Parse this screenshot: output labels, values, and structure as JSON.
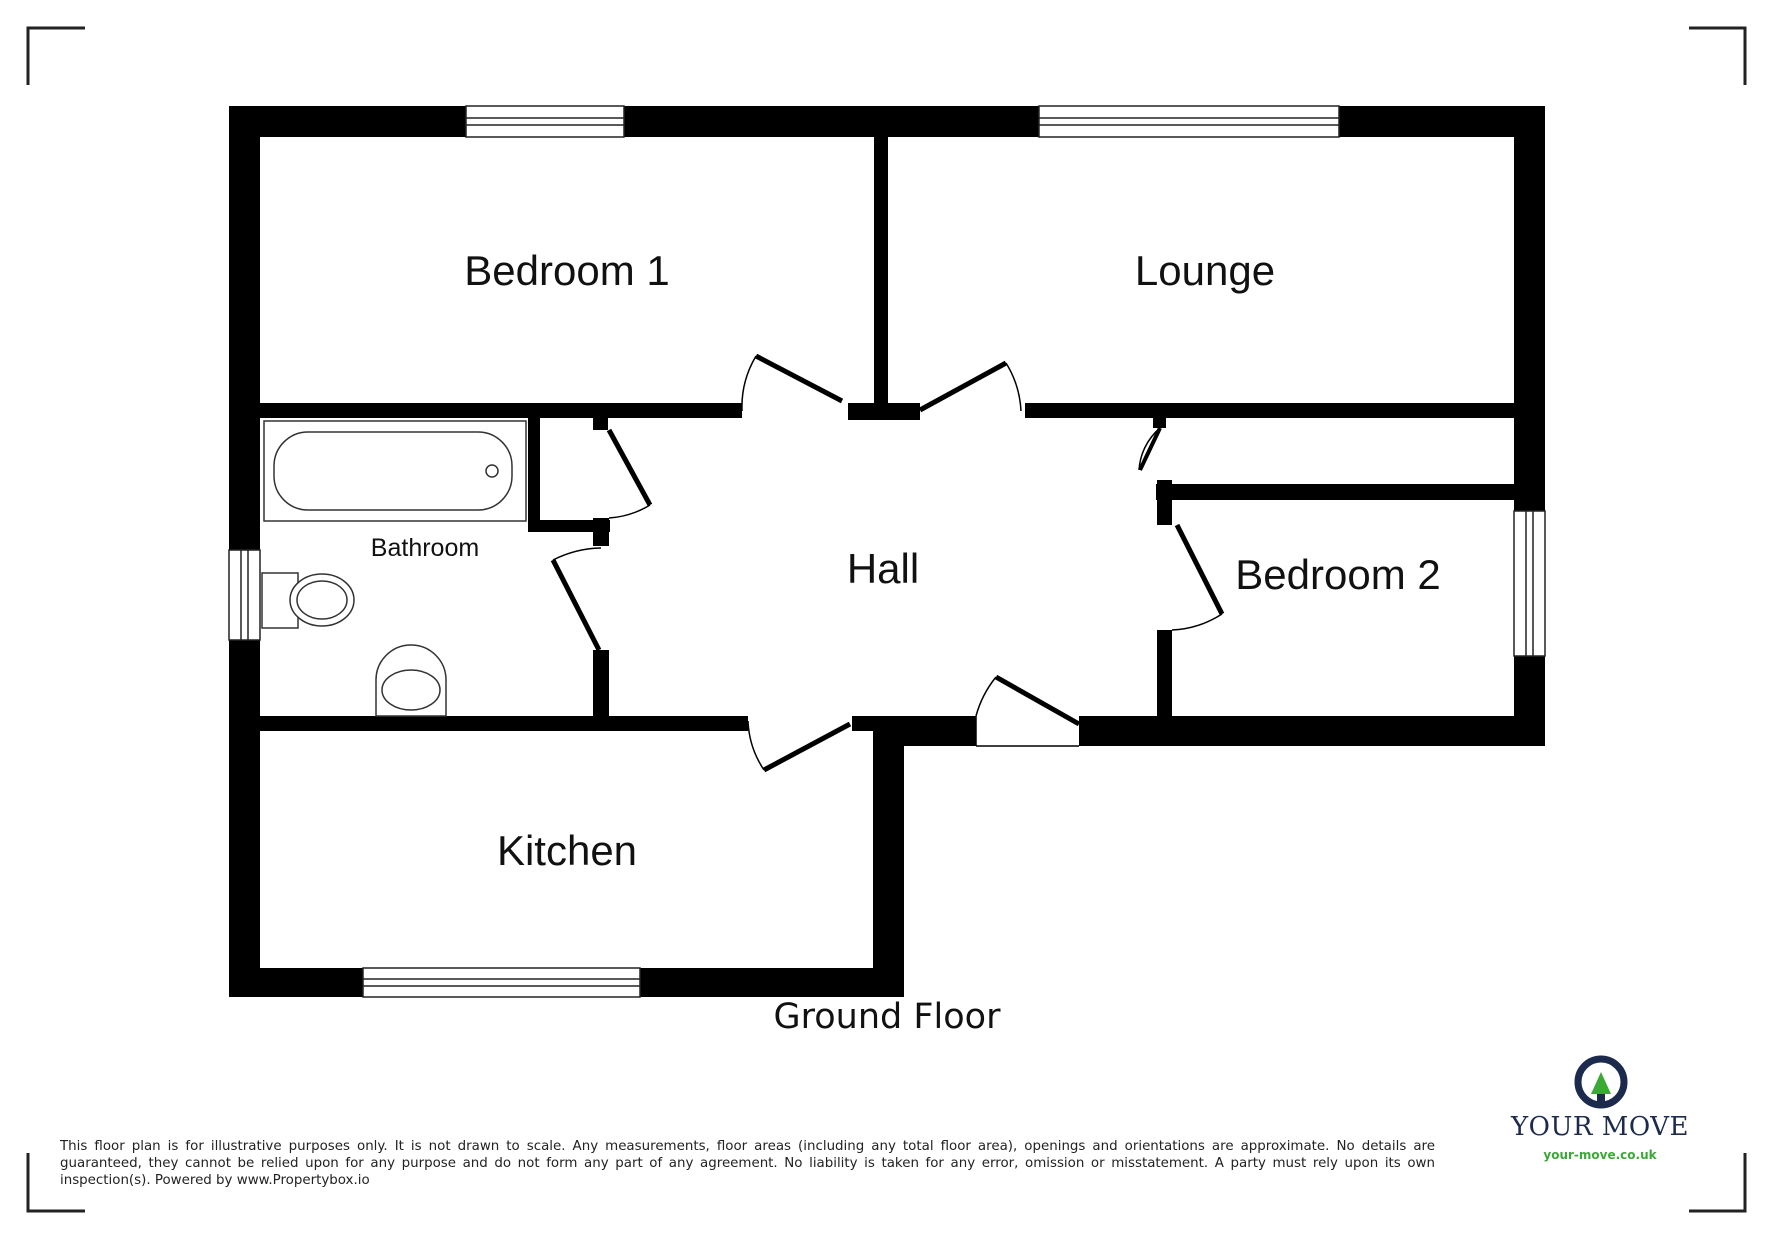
{
  "rooms": {
    "bedroom1": "Bedroom 1",
    "lounge": "Lounge",
    "bathroom": "Bathroom",
    "hall": "Hall",
    "bedroom2": "Bedroom 2",
    "kitchen": "Kitchen"
  },
  "floor_label": "Ground Floor",
  "disclaimer": "This floor plan is for illustrative purposes only. It is not drawn to scale. Any measurements, floor areas (including any total floor area), openings and orientations are approximate. No details are guaranteed, they cannot be relied upon for any purpose and do not form any part of any agreement. No liability is taken for any error, omission or misstatement. A party must rely upon its own inspection(s). Powered by www.Propertybox.io",
  "logo": {
    "name": "YOUR MOVE",
    "url": "your-move.co.uk",
    "icon": "location-pin-icon",
    "colors": {
      "navy": "#1c2a4d",
      "green": "#3aa935"
    }
  },
  "colors": {
    "wall": "#000000",
    "background": "#ffffff"
  }
}
